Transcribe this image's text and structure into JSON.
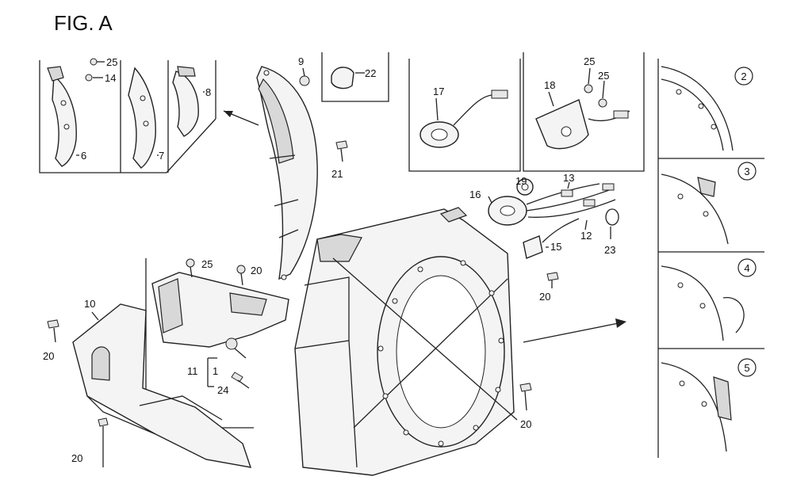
{
  "figure": {
    "title": "FIG. A"
  },
  "callouts": {
    "c25a": "25",
    "c14": "14",
    "c6": "6",
    "c7": "7",
    "c8": "8",
    "c9": "9",
    "c22": "22",
    "c21": "21",
    "c17": "17",
    "c18": "18",
    "c25b": "25",
    "c25c": "25",
    "c19": "19",
    "c13": "13",
    "c16": "16",
    "c12": "12",
    "c15": "15",
    "c23": "23",
    "c20e": "20",
    "c25d": "25",
    "c20c": "20",
    "c10": "10",
    "c20a": "20",
    "c11": "11",
    "c1": "1",
    "c24": "24",
    "c20b": "20",
    "c20d": "20"
  },
  "detail_views": [
    "2",
    "3",
    "4",
    "5"
  ]
}
